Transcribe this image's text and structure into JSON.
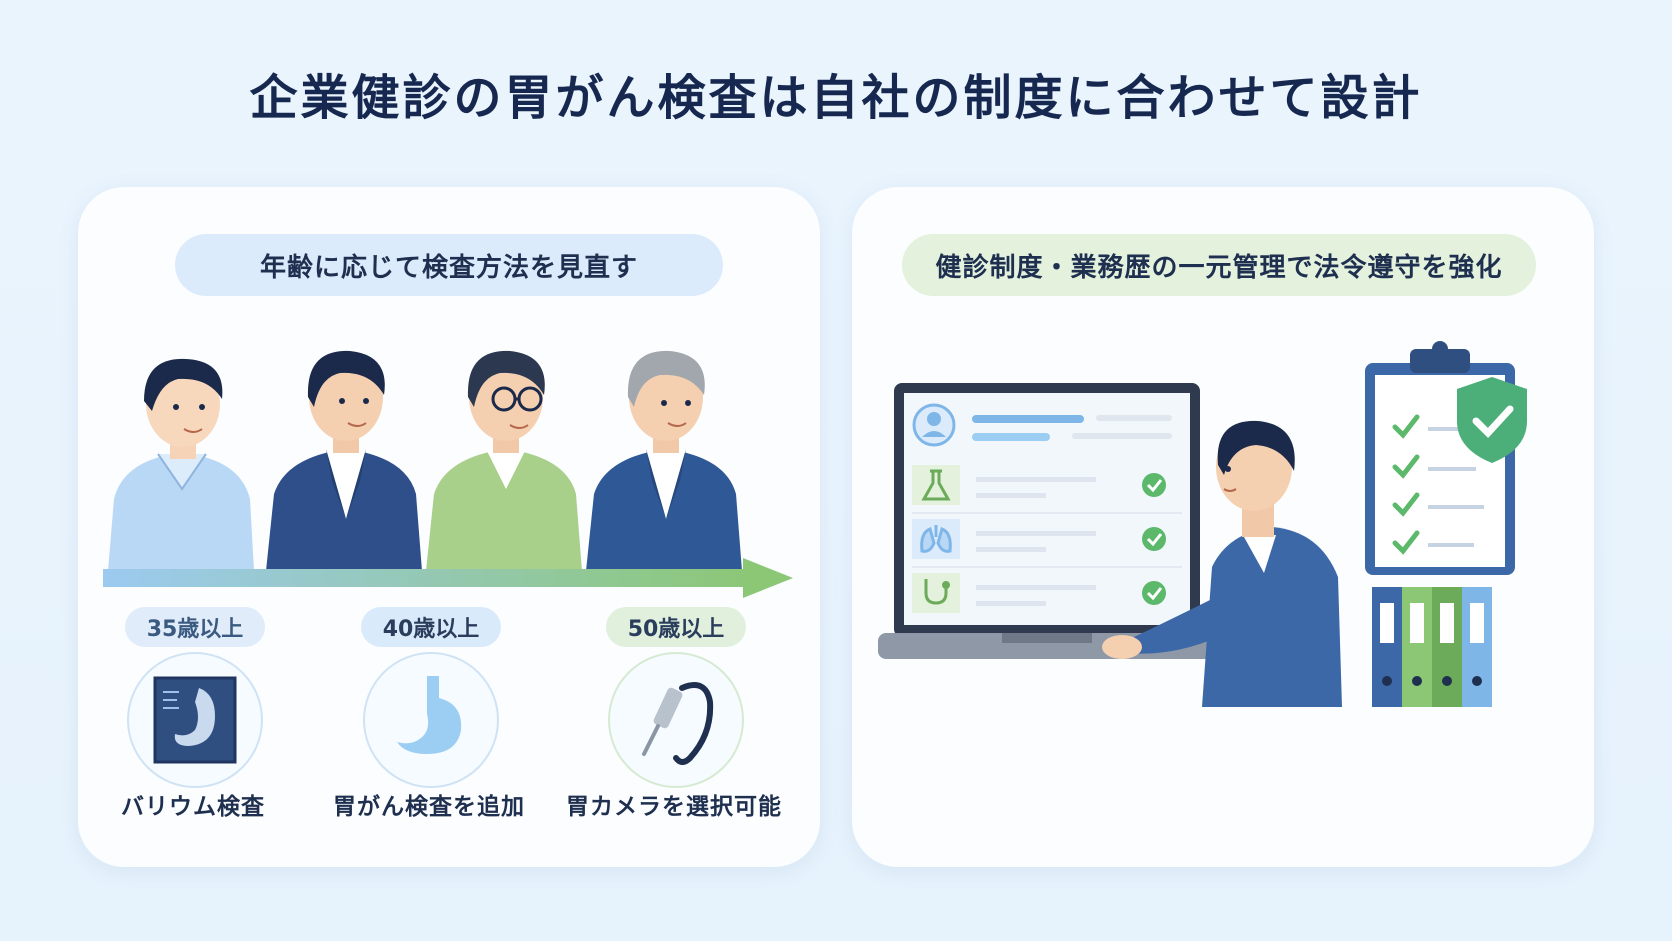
{
  "title": "企業健診の胃がん検査は自社の制度に合わせて設計",
  "left_panel": {
    "heading": "年齢に応じて検査方法を見直す",
    "people": [
      {
        "icon": "young-man-icon"
      },
      {
        "icon": "middle-aged-man-icon"
      },
      {
        "icon": "man-with-glasses-icon"
      },
      {
        "icon": "senior-man-icon"
      }
    ],
    "tiers": [
      {
        "age": "35歳以上",
        "exam": "バリウム検査",
        "icon": "xray-stomach-icon"
      },
      {
        "age": "40歳以上",
        "exam": "胃がん検査を追加",
        "icon": "stomach-icon"
      },
      {
        "age": "50歳以上",
        "exam": "胃カメラを選択可能",
        "icon": "endoscope-icon"
      }
    ]
  },
  "right_panel": {
    "heading": "健診制度・業務歴の一元管理で法令遵守を強化",
    "screen_rows": [
      {
        "icon": "flask-icon",
        "status": "check"
      },
      {
        "icon": "lungs-icon",
        "status": "check"
      },
      {
        "icon": "stethoscope-icon",
        "status": "check"
      }
    ],
    "colors": {
      "accent_blue": "#3d68a8",
      "check_green": "#5cb86a",
      "shield_green": "#4caf7a"
    }
  }
}
